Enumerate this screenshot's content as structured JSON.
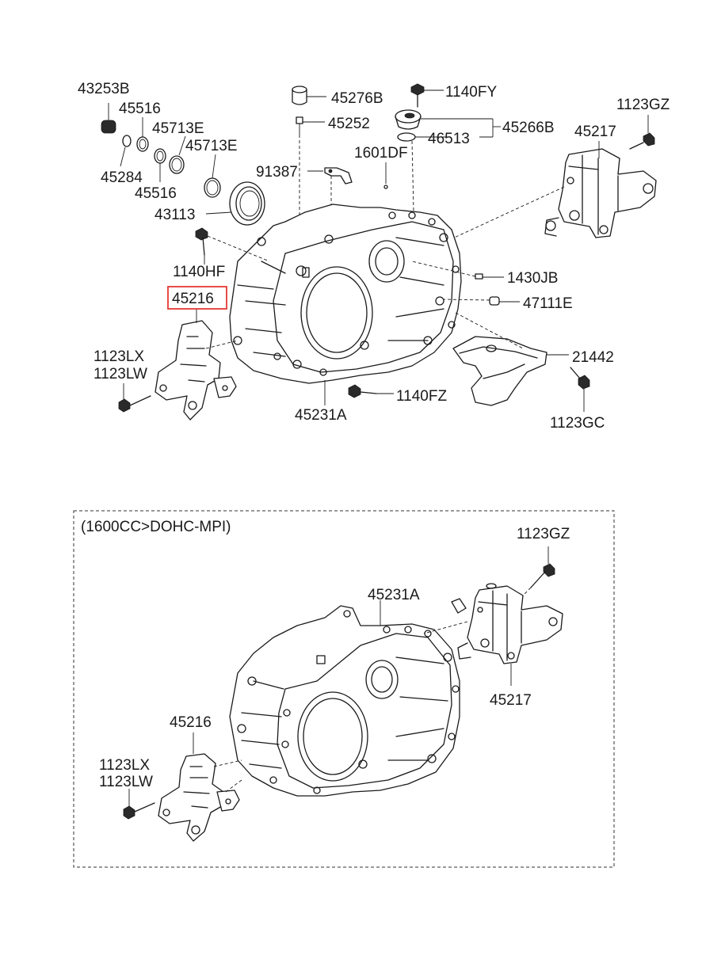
{
  "colors": {
    "highlight": "#e53935",
    "line": "#1a1a1a"
  },
  "labels": {
    "l43253B": "43253B",
    "l45516a": "45516",
    "l45713Ea": "45713E",
    "l45713Eb": "45713E",
    "l45284": "45284",
    "l45516b": "45516",
    "l43113": "43113",
    "l45276B": "45276B",
    "l45252": "45252",
    "l1140FY": "1140FY",
    "l45266B": "45266B",
    "l46513": "46513",
    "l1601DF": "1601DF",
    "l91387": "91387",
    "l1123GZa": "1123GZ",
    "l45217a": "45217",
    "l1140HF": "1140HF",
    "l45216a": "45216",
    "l1430JB": "1430JB",
    "l47111E": "47111E",
    "l1123LXa": "1123LX",
    "l1123LWa": "1123LW",
    "l21442": "21442",
    "l1140FZ": "1140FZ",
    "l1123GC": "1123GC",
    "l45231Aa": "45231A",
    "variant_title": "(1600CC>DOHC-MPI)",
    "l1123GZb": "1123GZ",
    "l45231Ab": "45231A",
    "l45217b": "45217",
    "l45216b": "45216",
    "l1123LXb": "1123LX",
    "l1123LWb": "1123LW"
  }
}
